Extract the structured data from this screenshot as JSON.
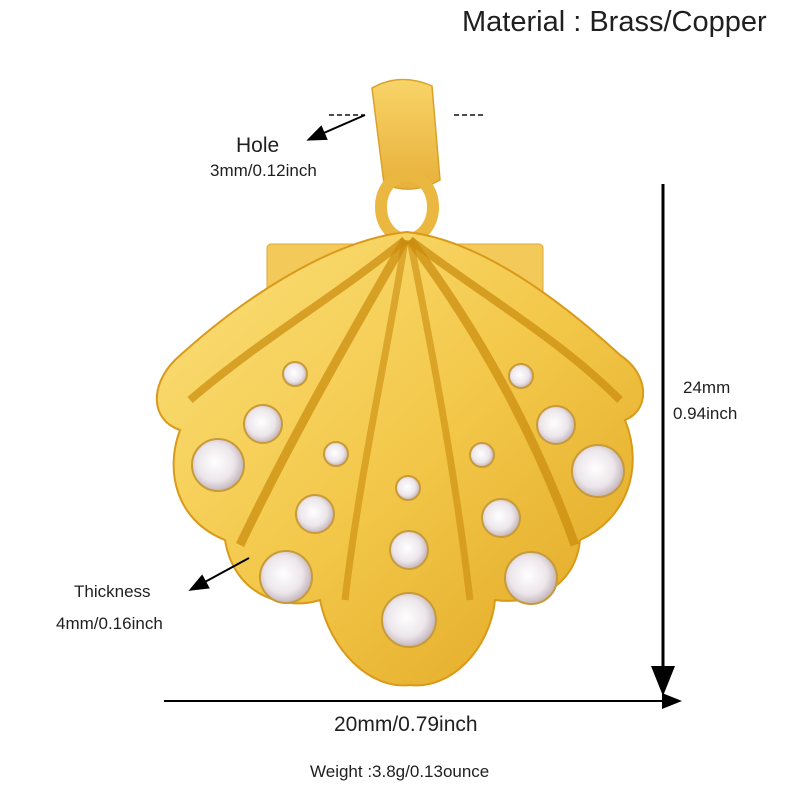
{
  "header": {
    "material": "Material : Brass/Copper"
  },
  "annotations": {
    "hole": {
      "label": "Hole",
      "value": "3mm/0.12inch"
    },
    "height": {
      "mm": "24mm",
      "inch": "0.94inch"
    },
    "thickness": {
      "label": "Thickness",
      "value": "4mm/0.16inch"
    },
    "width": {
      "value": "20mm/0.79inch"
    },
    "weight": {
      "value": "Weight :3.8g/0.13ounce"
    }
  },
  "product": {
    "name": "scallop-shell-pendant",
    "colors": {
      "gold_light": "#fbe07a",
      "gold_mid": "#f0b92a",
      "gold_dark": "#c8860a",
      "stone": "#f2ecef"
    }
  }
}
